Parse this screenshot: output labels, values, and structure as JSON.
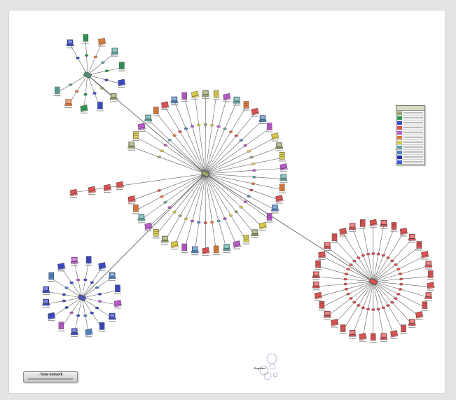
{
  "window": {
    "title": "",
    "background": "#e4e4e4"
  },
  "diagram": {
    "type": "network-topology",
    "edge_color": "#555555",
    "clusters": [
      {
        "name": "central",
        "hub_color": "#9aa36a"
      },
      {
        "name": "north-west",
        "hub_color": "#4f9070"
      },
      {
        "name": "south-west",
        "hub_color": "#4f56b8"
      },
      {
        "name": "south-east",
        "hub_color": "#d9534f"
      }
    ],
    "device_colors": [
      "#3b49c4",
      "#2f9a52",
      "#d9c94a",
      "#d95252",
      "#b95ac9",
      "#e07b3c",
      "#5fa9a2",
      "#4f83c1",
      "#9aa36a"
    ]
  },
  "legend": {
    "entries": [
      {
        "color": "#9aa36a"
      },
      {
        "color": "#2f9a52"
      },
      {
        "color": "#3b49c4"
      },
      {
        "color": "#d95252"
      },
      {
        "color": "#b95ac9"
      },
      {
        "color": "#e07b3c"
      },
      {
        "color": "#d9c94a"
      },
      {
        "color": "#5fa9a2"
      },
      {
        "color": "#4f83c1"
      },
      {
        "color": "#2a2fb0"
      },
      {
        "color": "#3e5bd1"
      }
    ]
  },
  "total_network": {
    "label": "- Total network"
  },
  "explorer": {
    "label": "Explorer"
  }
}
